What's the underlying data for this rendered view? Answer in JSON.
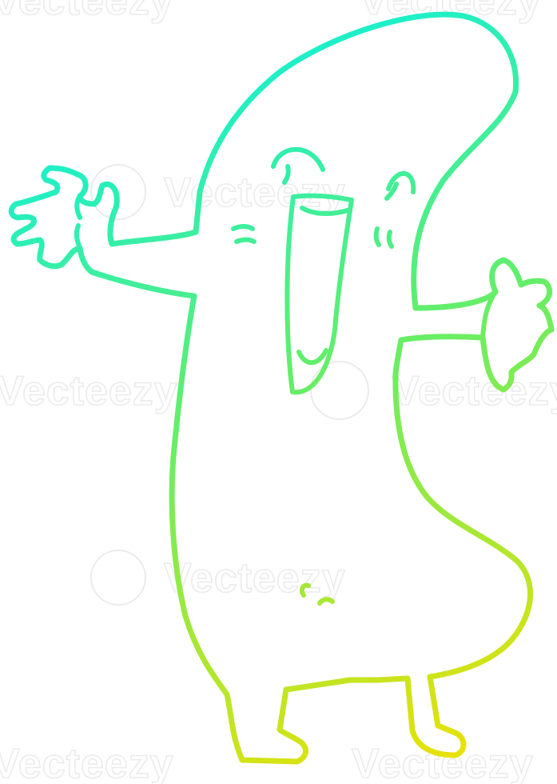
{
  "image": {
    "subject": "cartoon-sausage-character",
    "style": "line-drawing",
    "line_gradient": {
      "top_color": "#00f0f0",
      "middle_color": "#66ee66",
      "bottom_color": "#f0e000"
    },
    "background_color": "#ffffff"
  },
  "watermark": {
    "text": "Vecteezy",
    "color": "#ebebeb"
  }
}
